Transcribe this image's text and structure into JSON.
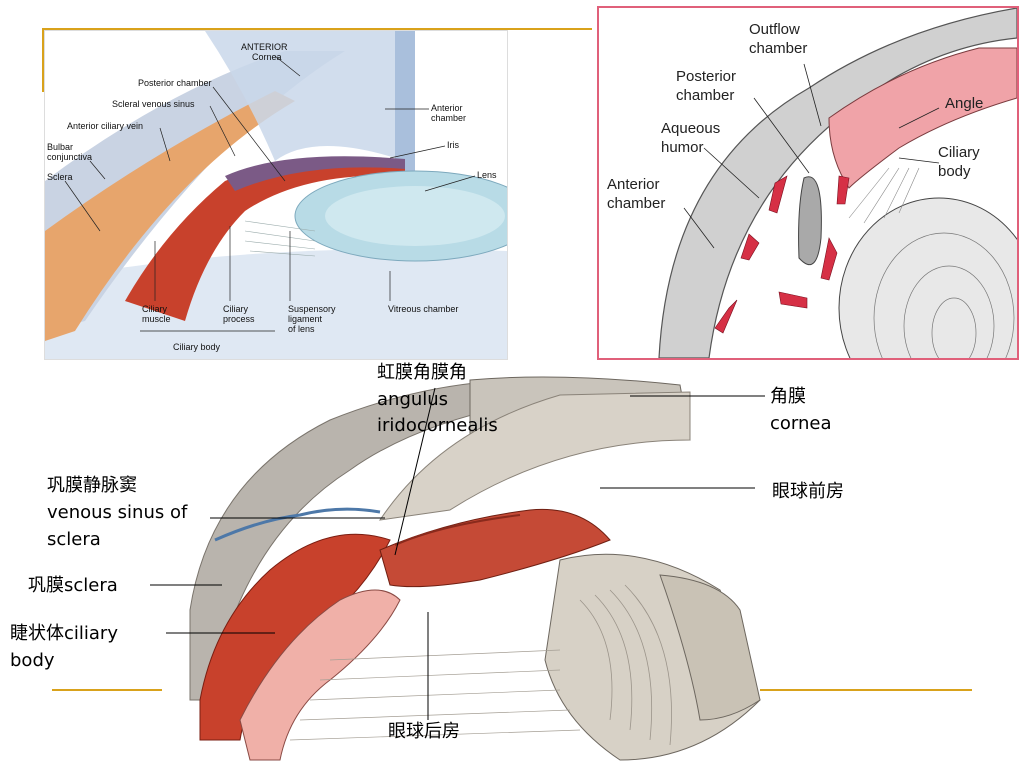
{
  "colors": {
    "accent_rule": "#d9a21b",
    "inset_border": "#e0607a",
    "tissue_red": "#c8412c",
    "tissue_pink": "#f0a3a8",
    "cornea_blue": "#c9d7ea",
    "lens_blue": "#b8dbe6"
  },
  "panel_left": {
    "labels": {
      "anterior": "ANTERIOR",
      "cornea": "Cornea",
      "posterior_chamber": "Posterior chamber",
      "scleral_venous_sinus": "Scleral venous sinus",
      "anterior_ciliary_vein": "Anterior ciliary vein",
      "bulbar_conjunctiva_1": "Bulbar",
      "bulbar_conjunctiva_2": "conjunctiva",
      "sclera": "Sclera",
      "anterior_chamber_1": "Anterior",
      "anterior_chamber_2": "chamber",
      "iris": "Iris",
      "lens": "Lens",
      "ciliary_muscle_1": "Ciliary",
      "ciliary_muscle_2": "muscle",
      "ciliary_process_1": "Ciliary",
      "ciliary_process_2": "process",
      "suspensory_1": "Suspensory",
      "suspensory_2": "ligament",
      "suspensory_3": "of lens",
      "vitreous_chamber": "Vitreous chamber",
      "ciliary_body": "Ciliary body"
    }
  },
  "panel_right": {
    "labels": {
      "outflow_1": "Outflow",
      "outflow_2": "chamber",
      "posterior_1": "Posterior",
      "posterior_2": "chamber",
      "aqueous_1": "Aqueous",
      "aqueous_2": "humor",
      "anterior_1": "Anterior",
      "anterior_2": "chamber",
      "angle": "Angle",
      "ciliary_1": "Ciliary",
      "ciliary_2": "body"
    }
  },
  "main_diagram": {
    "labels": {
      "angle_zh": "虹膜角膜角",
      "angle_la_1": "angulus",
      "angle_la_2": "iridocornealis",
      "cornea_zh": "角膜",
      "cornea_la": "cornea",
      "anterior_chamber_zh": "眼球前房",
      "sinus_zh": "巩膜静脉窦",
      "sinus_en_1": "venous sinus of",
      "sinus_en_2": "sclera",
      "sclera_zh": "巩膜",
      "sclera_en": "sclera",
      "ciliary_zh": "睫状体",
      "ciliary_en_1": "ciliary",
      "ciliary_en_2": "body",
      "posterior_chamber_zh": "眼球后房"
    }
  }
}
